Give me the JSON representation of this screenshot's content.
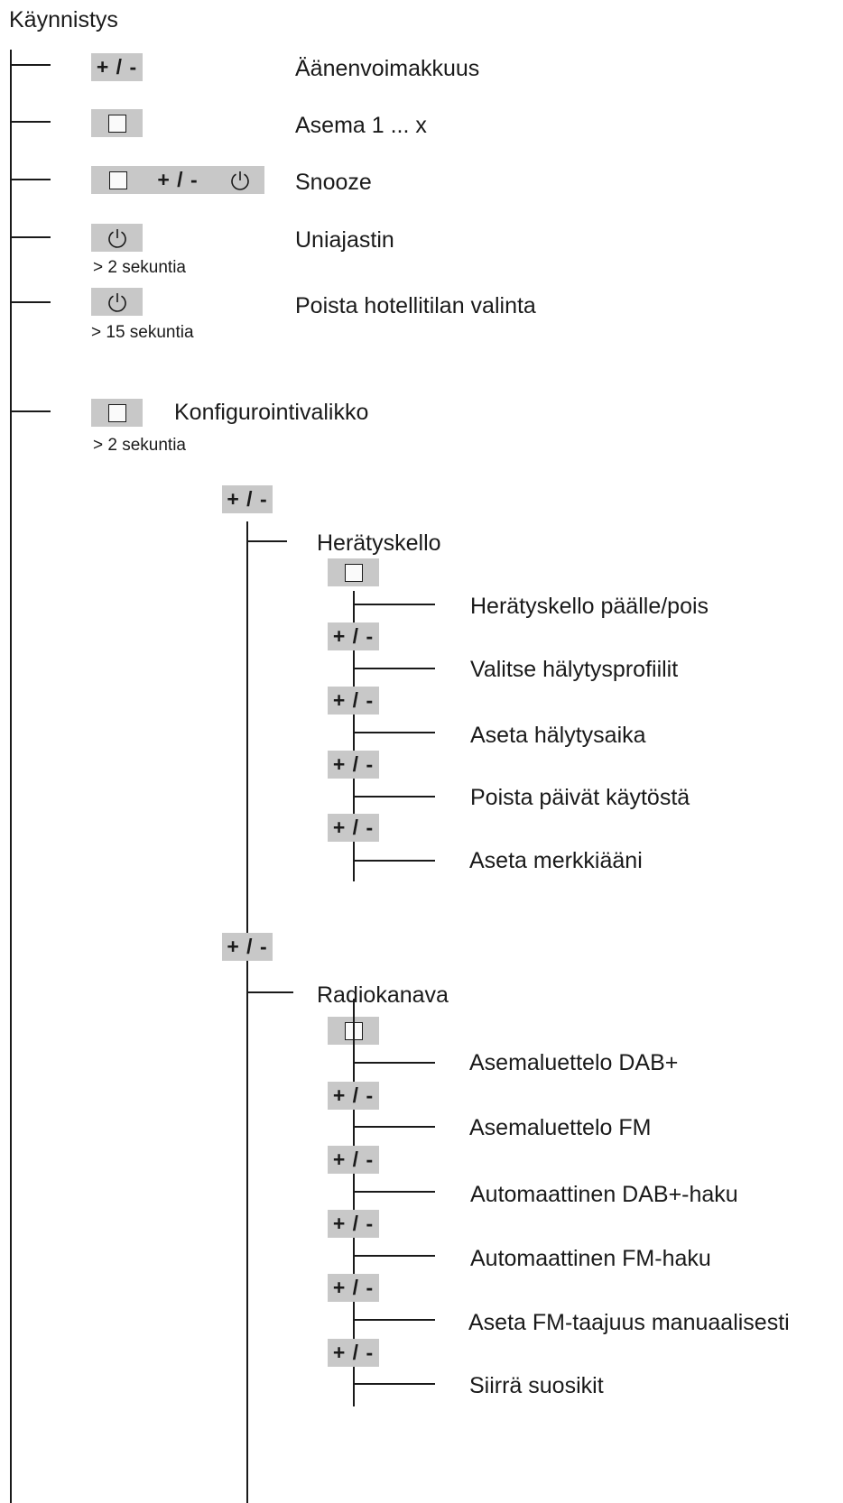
{
  "root_title": "Käynnistys",
  "key_plusminus": "+ / -",
  "icons": {
    "select": "square-button-icon",
    "power": "power-icon"
  },
  "colors": {
    "key_bg": "#c8c8c8",
    "text": "#1a1a1a"
  },
  "level1": {
    "volume": "Äänenvoimakkuus",
    "station": "Asema 1 ... x",
    "snooze": "Snooze",
    "sleep_timer": "Uniajastin",
    "sleep_timer_note": "> 2 sekuntia",
    "hotel_mode": "Poista hotellitilan valinta",
    "hotel_mode_note": "> 15 sekuntia",
    "config_menu": "Konfigurointivalikko",
    "config_menu_note": "> 2 sekuntia"
  },
  "alarm": {
    "title": "Herätyskello",
    "items": [
      "Herätyskello päälle/pois",
      "Valitse hälytysprofiilit",
      "Aseta hälytysaika",
      "Poista päivät käytöstä",
      "Aseta merkkiääni"
    ]
  },
  "radio": {
    "title": "Radiokanava",
    "items": [
      "Asemaluettelo DAB+",
      "Asemaluettelo FM",
      "Automaattinen DAB+-haku",
      "Automaattinen FM-haku",
      "Aseta FM-taajuus manuaalisesti",
      "Siirrä suosikit"
    ]
  }
}
